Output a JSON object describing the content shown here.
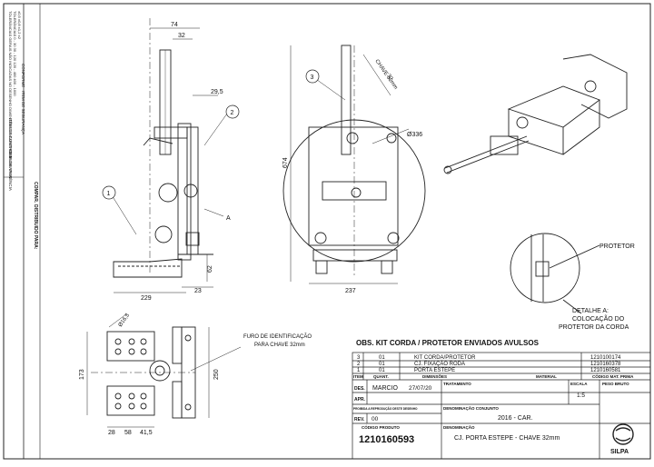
{
  "side_notes": {
    "line1": "TOLERÂNCIAS GERAIS NÃO INDICADAS NO DESENHO DIMENSÕES LINEARES EM MILÍMETROS",
    "line2": "TOLERÂNCIAS 0 - 30   30 - 120   120 - 400   400 - 1000",
    "line3": "±0,5   ±0,8   ±1,2   ±2",
    "legend_a": "CONFORME",
    "legend_b": "ITEM DE SEGURANÇA",
    "legend_c": "ITEM DE CONTROLE",
    "legend_d": "ITEM DE APARÊNCIA",
    "comp": "COMPAR.",
    "distrib": "DISTRIBUIDO PARA:"
  },
  "dims": {
    "d74": "74",
    "d32": "32",
    "d29_5": "29,5",
    "d229": "229",
    "d23": "23",
    "d62": "62",
    "d674": "674",
    "d237": "237",
    "d336": "Ø336",
    "chave": "CHAVE 32mm",
    "d32b": "32",
    "d16_5": "Ø16,5",
    "d173": "173",
    "d250": "250",
    "d28": "28",
    "d58": "58",
    "d41_5": "41,5"
  },
  "balloons": {
    "b1": "1",
    "b2": "2",
    "b3": "3",
    "a": "A"
  },
  "notes": {
    "furo1": "FURO DE IDENTIFICAÇÃO",
    "furo2": "PARA CHAVE 32mm",
    "protetor": "PROTETOR",
    "det1": "DETALHE A:",
    "det2": "COLOCAÇÃO DO",
    "det3": "PROTETOR DA CORDA"
  },
  "obs": "OBS. KIT CORDA / PROTETOR  ENVIADOS AVULSOS",
  "bom": [
    {
      "item": "3",
      "qty": "01",
      "desc": "KIT CORDA/PROTETOR",
      "code": "1210100174"
    },
    {
      "item": "2",
      "qty": "01",
      "desc": "CJ. FIXAÇÃO RODA",
      "code": "1210160378"
    },
    {
      "item": "1",
      "qty": "01",
      "desc": "PORTA ESTEPE",
      "code": "1210160581"
    }
  ],
  "bom_headers": {
    "item": "ITEM",
    "qty": "QUANT.",
    "dims": "DIMENSÕES",
    "material": "MATERIAL",
    "code": "CÓDIGO MAT. PRIMA"
  },
  "title_block": {
    "des_label": "DES.",
    "des_name": "MARCIO",
    "date": "27/07/20",
    "tratamento": "TRATAMENTO",
    "escala_label": "ESCALA",
    "escala": "1:5",
    "peso": "PESO BRUTO",
    "apr": "APR.",
    "rev_label": "REV.",
    "rev": "00",
    "proibida": "PROIBIDA A REPRODUÇÃO DESTE DESENHO",
    "den_conj_label": "DENOMINAÇÃO CONJUNTO",
    "den_conj": "2016 - CAR.",
    "cod_label": "CÓDIGO PRODUTO",
    "cod": "1210160593",
    "den_label": "DENOMINAÇÃO",
    "den": "CJ. PORTA ESTEPE - CHAVE 32mm",
    "brand": "SILPA"
  }
}
